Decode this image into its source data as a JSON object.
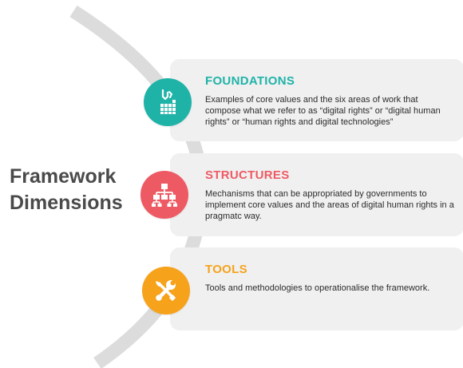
{
  "title": {
    "line1": "Framework",
    "line2": "Dimensions"
  },
  "cards": [
    {
      "title": "FOUNDATIONS",
      "description": "Examples of core values and the six areas of work that compose what we refer to as “digital rights” or “digital human rights” or “human rights and digital technologies”",
      "icon": "hand-building-icon",
      "color": "#1fb3a8"
    },
    {
      "title": "STRUCTURES",
      "description": "Mechanisms that can be appropriated by governments to implement core values and the areas of digital human rights in a pragmatc way.",
      "icon": "org-chart-icon",
      "color": "#ee5a64"
    },
    {
      "title": "TOOLS",
      "description": "Tools and methodologies to operationalise the framework.",
      "icon": "wrench-screwdriver-icon",
      "color": "#f6a21b"
    }
  ],
  "colors": {
    "arc": "#dcdcdc",
    "card_bg": "#f0f0f0",
    "title_text": "#4a4a4a"
  }
}
